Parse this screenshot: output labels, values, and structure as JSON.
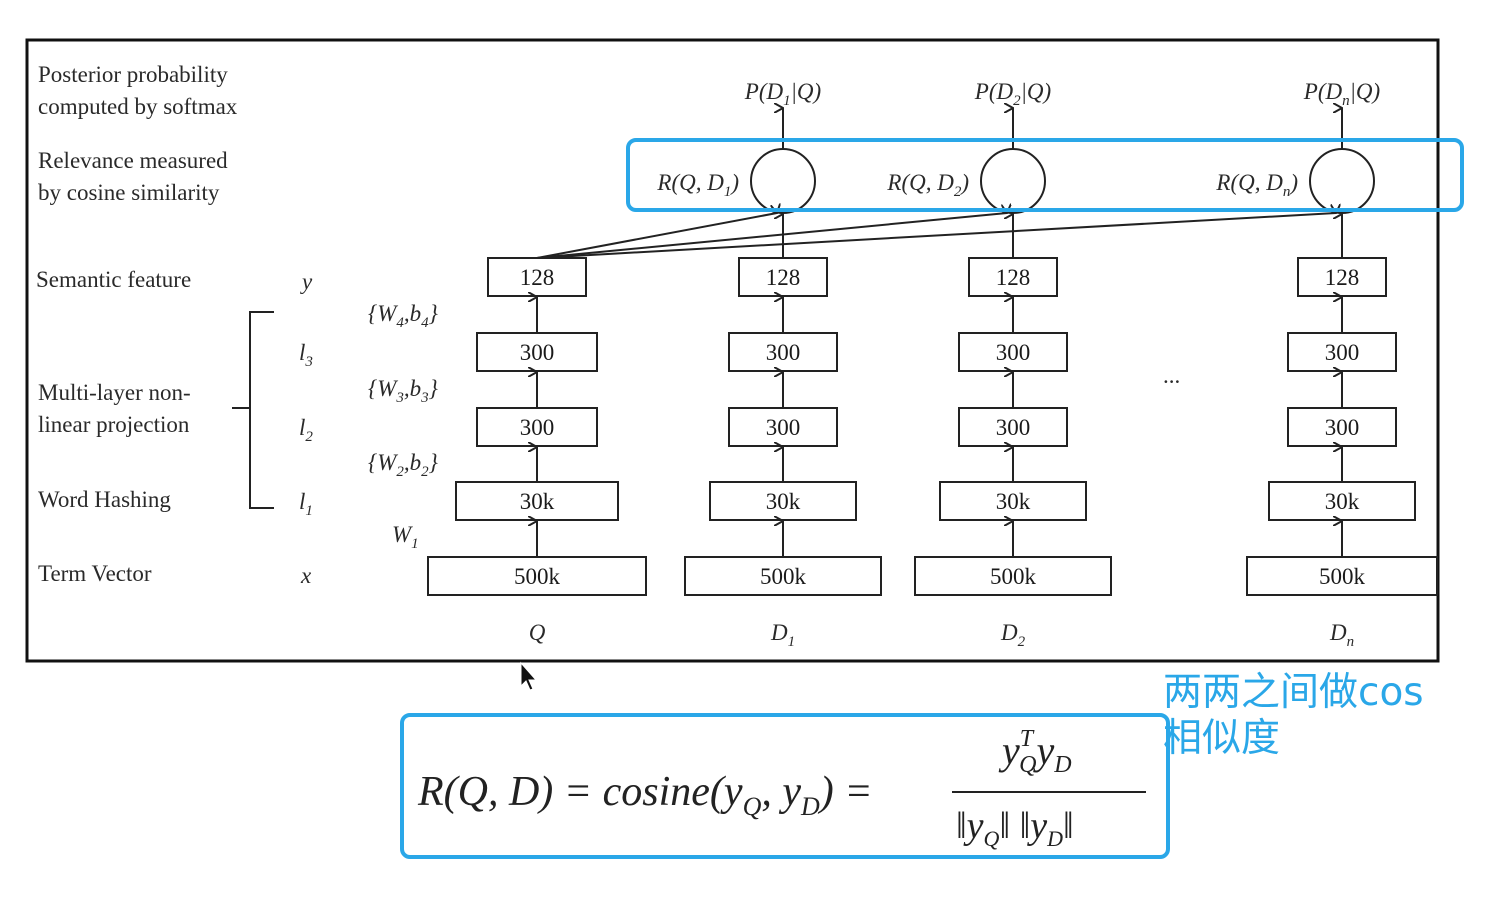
{
  "colors": {
    "highlight": "#2aa7e8",
    "ink": "#222222",
    "note": "#2aa7e8"
  },
  "labels": {
    "posterior_line1": "Posterior probability",
    "posterior_line2": "computed by softmax",
    "relevance_line1": "Relevance measured",
    "relevance_line2": "by cosine similarity",
    "semantic": "Semantic feature",
    "multilayer_line1": "Multi-layer non-",
    "multilayer_line2": "linear projection",
    "hashing": "Word Hashing",
    "term": "Term Vector"
  },
  "symbols": {
    "y": "y",
    "l3": "l",
    "l3_sub": "3",
    "l2": "l",
    "l2_sub": "2",
    "l1": "l",
    "l1_sub": "1",
    "x": "x"
  },
  "weights": {
    "w4": "{W",
    "w4_sub": "4",
    "w4_b": ",b",
    "w4_bsub": "4",
    "w3": "{W",
    "w3_sub": "3",
    "w3_b": ",b",
    "w3_bsub": "3",
    "w2": "{W",
    "w2_sub": "2",
    "w2_b": ",b",
    "w2_bsub": "2",
    "w1": "W",
    "w1_sub": "1",
    "close": "}"
  },
  "towers": [
    {
      "bottom": "Q",
      "bottom_sub": "",
      "v128": "128",
      "v300a": "300",
      "v300b": "300",
      "v30k": "30k",
      "v500k": "500k"
    },
    {
      "bottom": "D",
      "bottom_sub": "1",
      "v128": "128",
      "v300a": "300",
      "v300b": "300",
      "v30k": "30k",
      "v500k": "500k",
      "r": "R(Q, D",
      "r_sub": "1",
      "r_end": ")",
      "p": "P(D",
      "p_sub": "1",
      "p_end": "|Q)"
    },
    {
      "bottom": "D",
      "bottom_sub": "2",
      "v128": "128",
      "v300a": "300",
      "v300b": "300",
      "v30k": "30k",
      "v500k": "500k",
      "r": "R(Q, D",
      "r_sub": "2",
      "r_end": ")",
      "p": "P(D",
      "p_sub": "2",
      "p_end": "|Q)"
    },
    {
      "bottom": "D",
      "bottom_sub": "n",
      "v128": "128",
      "v300a": "300",
      "v300b": "300",
      "v30k": "30k",
      "v500k": "500k",
      "r": "R(Q, D",
      "r_sub": "n",
      "r_end": ")",
      "p": "P(D",
      "p_sub": "n",
      "p_end": "|Q)"
    }
  ],
  "ellipsis": "...",
  "formula": {
    "lhs": "R(Q, D) = cosine(y",
    "lhs_sub1": "Q",
    "lhs_mid": ", y",
    "lhs_sub2": "D",
    "lhs_end": ") =",
    "num_y1": "y",
    "num_sup": "T",
    "num_sub1": "Q",
    "num_y2": "y",
    "num_sub2": "D",
    "den_open": "‖y",
    "den_sub1": "Q",
    "den_mid": "‖ ‖y",
    "den_sub2": "D",
    "den_close": "‖"
  },
  "note": "两两之间做cos\n相似度"
}
